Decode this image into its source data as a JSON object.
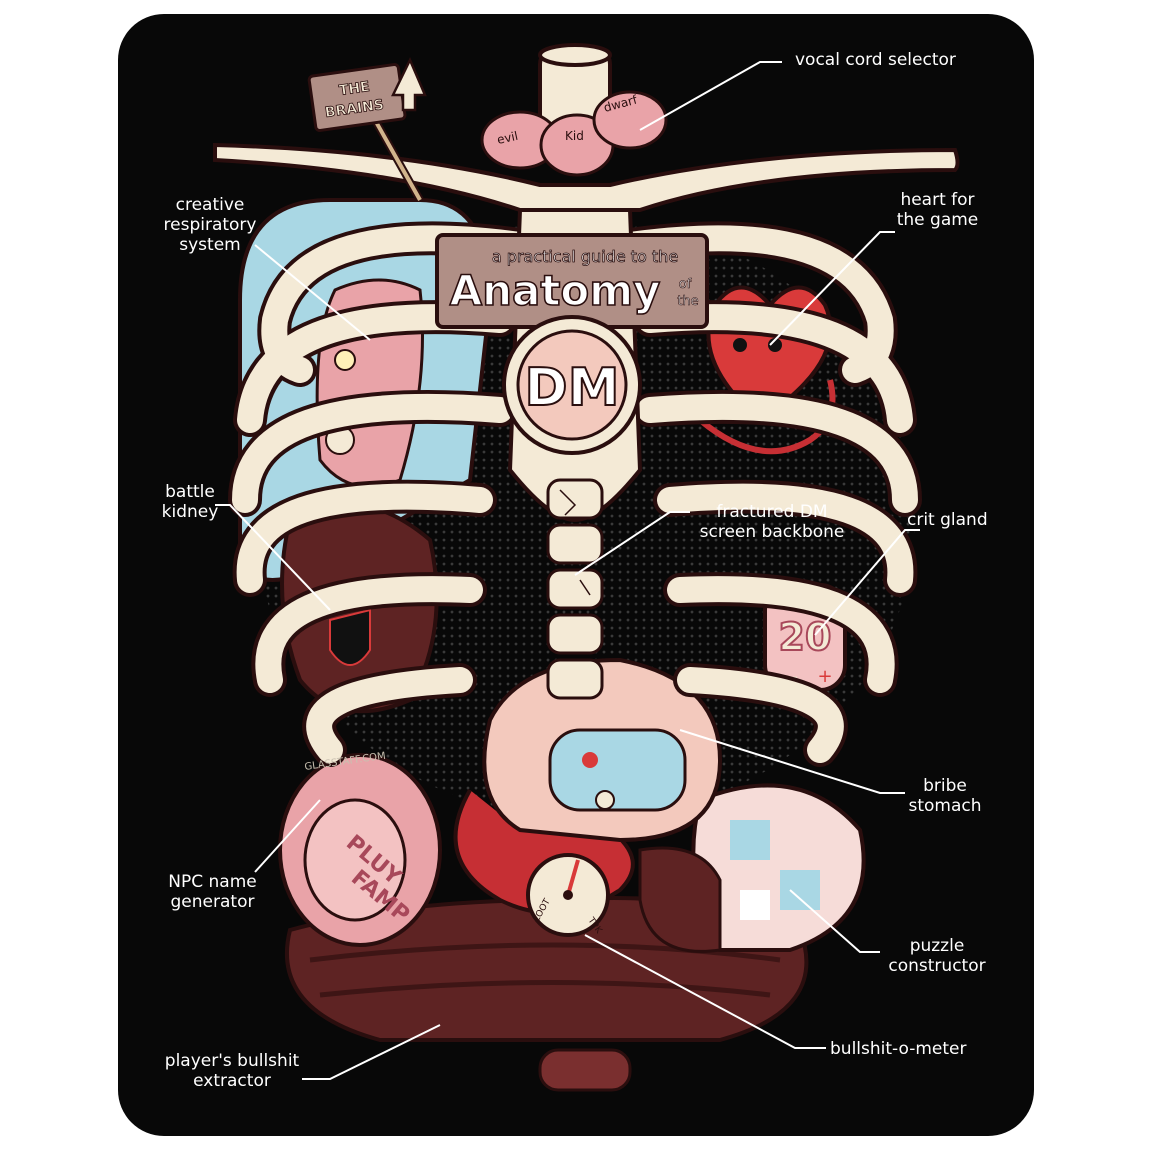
{
  "title": {
    "line1": "a practical guide to the",
    "main": "Anatomy",
    "of": "of",
    "the": "the",
    "badge": "DM"
  },
  "sign": {
    "line1": "THE",
    "line2": "BRAINS"
  },
  "vocal_chords": {
    "left": "evil",
    "middle": "Kid",
    "right": "dwarf"
  },
  "d20_text": "20",
  "d20_minus": "-",
  "d20_plus": "+",
  "gauge": {
    "left": "LOOT",
    "right": "TPK"
  },
  "npc_gland_text": {
    "line1": "PLUY",
    "line2": "FAMP"
  },
  "signature": "GLASSTAFF.COM",
  "labels": {
    "vocal_cord_selector": "vocal cord selector",
    "creative_respiratory": {
      "l1": "creative",
      "l2": "respiratory",
      "l3": "system"
    },
    "heart_for_the_game": {
      "l1": "heart for",
      "l2": "the game"
    },
    "battle_kidney": {
      "l1": "battle",
      "l2": "kidney"
    },
    "fractured_backbone": {
      "l1": "fractured DM",
      "l2": "screen backbone"
    },
    "crit_gland": "crit gland",
    "bribe_stomach": {
      "l1": "bribe",
      "l2": "stomach"
    },
    "npc_name_generator": {
      "l1": "NPC name",
      "l2": "generator"
    },
    "puzzle_constructor": {
      "l1": "puzzle",
      "l2": "constructor"
    },
    "bullshit_o_meter": "bullshit-o-meter",
    "players_bullshit_extractor": {
      "l1": "player's bullshit",
      "l2": "extractor"
    }
  },
  "colors": {
    "background": "#080808",
    "bone": "#f4ead6",
    "lung": "#a9d7e4",
    "heart": "#d93a3a",
    "organ_pink": "#e9a3a8",
    "liver_dark": "#5e2323",
    "title_plank": "#b08f86"
  }
}
